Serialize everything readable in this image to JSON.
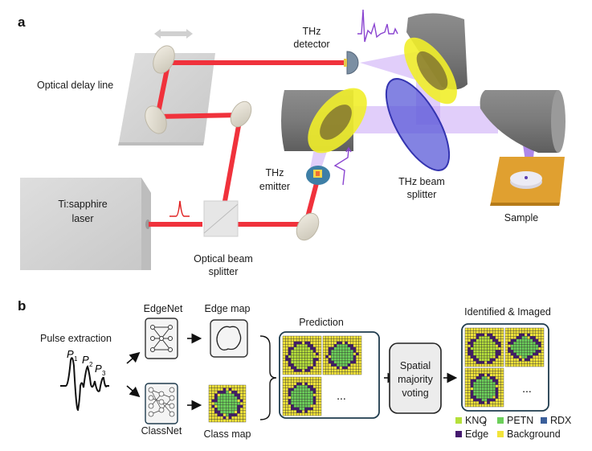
{
  "panels": {
    "a": {
      "label": "a",
      "components": {
        "delay_line": "Optical delay line",
        "thz_detector": [
          "THz",
          "detector"
        ],
        "thz_emitter": [
          "THz",
          "emitter"
        ],
        "laser": [
          "Ti:sapphire",
          "laser"
        ],
        "optical_beam_splitter": [
          "Optical beam",
          "splitter"
        ],
        "thz_beam_splitter": [
          "THz beam",
          "splitter"
        ],
        "sample": "Sample"
      }
    },
    "b": {
      "label": "b",
      "pulse_extraction": "Pulse extraction",
      "peaks": [
        {
          "letter": "P",
          "sub": "1"
        },
        {
          "letter": "P",
          "sub": "2"
        },
        {
          "letter": "P",
          "sub": "3"
        }
      ],
      "edgenet": "EdgeNet",
      "edge_map": "Edge map",
      "classnet": "ClassNet",
      "class_map": "Class map",
      "prediction": "Prediction",
      "voting": [
        "Spatial",
        "majority",
        "voting"
      ],
      "result": "Identified & Imaged",
      "ellipsis": "...",
      "legend": [
        {
          "name": "KNO",
          "sub": "3",
          "color": "#b5e03b"
        },
        {
          "name": "PETN",
          "sub": "",
          "color": "#6ccf5a"
        },
        {
          "name": "RDX",
          "sub": "",
          "color": "#3b5f9a"
        },
        {
          "name": "Edge",
          "sub": "",
          "color": "#44196e"
        },
        {
          "name": "Background",
          "sub": "",
          "color": "#f2e43a"
        }
      ]
    }
  },
  "colors": {
    "laser_beam": "#f0323c",
    "thz_beam": "#c9a6f5",
    "mirror_coating": "#f1ee2a",
    "mirror_body": "#7c7c7c",
    "thz_splitter": "#5a5ad8",
    "sample_plate": "#e0a030",
    "waveform": "#8a44d0"
  }
}
